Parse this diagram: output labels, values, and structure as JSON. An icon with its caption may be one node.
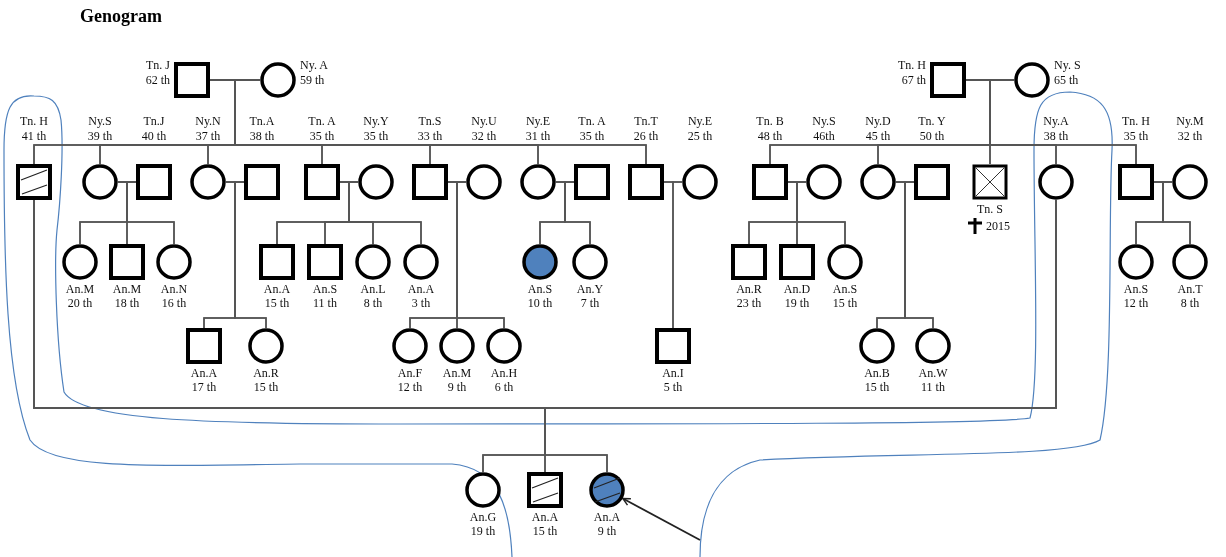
{
  "diagram": {
    "title": "Genogram",
    "nodes": [
      {
        "text": [
          "Tn. J",
          "62 th"
        ]
      },
      {
        "text": [
          "Ny. A",
          "59 th"
        ]
      },
      {
        "text": [
          "Tn. H",
          "67 th"
        ]
      },
      {
        "text": [
          "Ny. S",
          "65 th"
        ]
      },
      {
        "text": [
          "Tn. H",
          "41 th"
        ]
      },
      {
        "text": [
          "Ny.S",
          "39 th"
        ]
      },
      {
        "text": [
          "Tn.J",
          "40 th"
        ]
      },
      {
        "text": [
          "Ny.N",
          "37 th"
        ]
      },
      {
        "text": [
          "Tn.A",
          "38 th"
        ]
      },
      {
        "text": [
          "Tn. A",
          "35 th"
        ]
      },
      {
        "text": [
          "Ny.Y",
          "35 th"
        ]
      },
      {
        "text": [
          "Tn.S",
          "33 th"
        ]
      },
      {
        "text": [
          "Ny.U",
          "32 th"
        ]
      },
      {
        "text": [
          "Ny.E",
          "31 th"
        ]
      },
      {
        "text": [
          "Tn. A",
          "35 th"
        ]
      },
      {
        "text": [
          "Tn.T",
          "26 th"
        ]
      },
      {
        "text": [
          "Ny.E",
          "25 th"
        ]
      },
      {
        "text": [
          "Tn. B",
          "48 th"
        ]
      },
      {
        "text": [
          "Ny.S",
          "46th"
        ]
      },
      {
        "text": [
          "Ny.D",
          "45 th"
        ]
      },
      {
        "text": [
          "Tn. Y",
          "50 th"
        ]
      },
      {
        "text": [
          "Tn. S"
        ],
        "beside": [
          "2015"
        ]
      },
      {
        "text": [
          "Ny.A",
          "38 th"
        ]
      },
      {
        "text": [
          "Tn. H",
          "35 th"
        ]
      },
      {
        "text": [
          "Ny.M",
          "32 th"
        ]
      },
      {
        "text": [
          "An.M",
          "20 th"
        ]
      },
      {
        "text": [
          "An.M",
          "18 th"
        ]
      },
      {
        "text": [
          "An.N",
          "16 th"
        ]
      },
      {
        "text": [
          "An.A",
          "15 th"
        ]
      },
      {
        "text": [
          "An.S",
          "11 th"
        ]
      },
      {
        "text": [
          "An.L",
          "8 th"
        ]
      },
      {
        "text": [
          "An.A",
          "3 th"
        ]
      },
      {
        "text": [
          "An.S",
          "10 th"
        ]
      },
      {
        "text": [
          "An.Y",
          "7 th"
        ]
      },
      {
        "text": [
          "An.R",
          "23 th"
        ]
      },
      {
        "text": [
          "An.D",
          "19 th"
        ]
      },
      {
        "text": [
          "An.S",
          "15 th"
        ]
      },
      {
        "text": [
          "An.S",
          "12 th"
        ]
      },
      {
        "text": [
          "An.T",
          "8 th"
        ]
      },
      {
        "text": [
          "An.A",
          "17 th"
        ]
      },
      {
        "text": [
          "An.R",
          "15 th"
        ]
      },
      {
        "text": [
          "An.F",
          "12 th"
        ]
      },
      {
        "text": [
          "An.M",
          "9 th"
        ]
      },
      {
        "text": [
          "An.H",
          "6 th"
        ]
      },
      {
        "text": [
          "An.I",
          "5 th"
        ]
      },
      {
        "text": [
          "An.B",
          "15 th"
        ]
      },
      {
        "text": [
          "An.W",
          "11 th"
        ]
      },
      {
        "text": [
          "An.G",
          "19 th"
        ]
      },
      {
        "text": [
          "An.A",
          "15 th"
        ]
      },
      {
        "text": [
          "An.A",
          "9 th"
        ]
      }
    ],
    "edges": [
      {
        "from": 0,
        "to": 1,
        "arrow": "none"
      },
      {
        "from": 0,
        "to": 4,
        "arrow": "none"
      },
      {
        "from": 1,
        "to": 4,
        "arrow": "none"
      },
      {
        "from": 0,
        "to": 5,
        "arrow": "none"
      },
      {
        "from": 1,
        "to": 5,
        "arrow": "none"
      },
      {
        "from": 0,
        "to": 7,
        "arrow": "none"
      },
      {
        "from": 1,
        "to": 7,
        "arrow": "none"
      },
      {
        "from": 0,
        "to": 9,
        "arrow": "none"
      },
      {
        "from": 1,
        "to": 9,
        "arrow": "none"
      },
      {
        "from": 0,
        "to": 11,
        "arrow": "none"
      },
      {
        "from": 1,
        "to": 11,
        "arrow": "none"
      },
      {
        "from": 0,
        "to": 13,
        "arrow": "none"
      },
      {
        "from": 1,
        "to": 13,
        "arrow": "none"
      },
      {
        "from": 0,
        "to": 15,
        "arrow": "none"
      },
      {
        "from": 1,
        "to": 15,
        "arrow": "none"
      },
      {
        "from": 2,
        "to": 3,
        "arrow": "none"
      },
      {
        "from": 2,
        "to": 17,
        "arrow": "none"
      },
      {
        "from": 3,
        "to": 17,
        "arrow": "none"
      },
      {
        "from": 2,
        "to": 19,
        "arrow": "none"
      },
      {
        "from": 3,
        "to": 19,
        "arrow": "none"
      },
      {
        "from": 2,
        "to": 21,
        "arrow": "none"
      },
      {
        "from": 3,
        "to": 21,
        "arrow": "none"
      },
      {
        "from": 2,
        "to": 22,
        "arrow": "none"
      },
      {
        "from": 3,
        "to": 22,
        "arrow": "none"
      },
      {
        "from": 2,
        "to": 23,
        "arrow": "none"
      },
      {
        "from": 3,
        "to": 23,
        "arrow": "none"
      },
      {
        "from": 5,
        "to": 6,
        "arrow": "none"
      },
      {
        "from": 5,
        "to": 25,
        "arrow": "none"
      },
      {
        "from": 6,
        "to": 25,
        "arrow": "none"
      },
      {
        "from": 5,
        "to": 26,
        "arrow": "none"
      },
      {
        "from": 6,
        "to": 26,
        "arrow": "none"
      },
      {
        "from": 5,
        "to": 27,
        "arrow": "none"
      },
      {
        "from": 6,
        "to": 27,
        "arrow": "none"
      },
      {
        "from": 7,
        "to": 8,
        "arrow": "none"
      },
      {
        "from": 7,
        "to": 39,
        "arrow": "none"
      },
      {
        "from": 8,
        "to": 39,
        "arrow": "none"
      },
      {
        "from": 7,
        "to": 40,
        "arrow": "none"
      },
      {
        "from": 8,
        "to": 40,
        "arrow": "none"
      },
      {
        "from": 9,
        "to": 10,
        "arrow": "none"
      },
      {
        "from": 9,
        "to": 28,
        "arrow": "none"
      },
      {
        "from": 10,
        "to": 28,
        "arrow": "none"
      },
      {
        "from": 9,
        "to": 29,
        "arrow": "none"
      },
      {
        "from": 10,
        "to": 29,
        "arrow": "none"
      },
      {
        "from": 9,
        "to": 30,
        "arrow": "none"
      },
      {
        "from": 10,
        "to": 30,
        "arrow": "none"
      },
      {
        "from": 9,
        "to": 31,
        "arrow": "none"
      },
      {
        "from": 10,
        "to": 31,
        "arrow": "none"
      },
      {
        "from": 11,
        "to": 12,
        "arrow": "none"
      },
      {
        "from": 11,
        "to": 41,
        "arrow": "none"
      },
      {
        "from": 12,
        "to": 41,
        "arrow": "none"
      },
      {
        "from": 11,
        "to": 42,
        "arrow": "none"
      },
      {
        "from": 12,
        "to": 42,
        "arrow": "none"
      },
      {
        "from": 11,
        "to": 43,
        "arrow": "none"
      },
      {
        "from": 12,
        "to": 43,
        "arrow": "none"
      },
      {
        "from": 13,
        "to": 14,
        "arrow": "none"
      },
      {
        "from": 13,
        "to": 32,
        "arrow": "none"
      },
      {
        "from": 14,
        "to": 32,
        "arrow": "none"
      },
      {
        "from": 13,
        "to": 33,
        "arrow": "none"
      },
      {
        "from": 14,
        "to": 33,
        "arrow": "none"
      },
      {
        "from": 15,
        "to": 16,
        "arrow": "none"
      },
      {
        "from": 15,
        "to": 44,
        "arrow": "none"
      },
      {
        "from": 16,
        "to": 44,
        "arrow": "none"
      },
      {
        "from": 17,
        "to": 18,
        "arrow": "none"
      },
      {
        "from": 17,
        "to": 34,
        "arrow": "none"
      },
      {
        "from": 18,
        "to": 34,
        "arrow": "none"
      },
      {
        "from": 17,
        "to": 35,
        "arrow": "none"
      },
      {
        "from": 18,
        "to": 35,
        "arrow": "none"
      },
      {
        "from": 17,
        "to": 36,
        "arrow": "none"
      },
      {
        "from": 18,
        "to": 36,
        "arrow": "none"
      },
      {
        "from": 19,
        "to": 20,
        "arrow": "none"
      },
      {
        "from": 19,
        "to": 45,
        "arrow": "none"
      },
      {
        "from": 20,
        "to": 45,
        "arrow": "none"
      },
      {
        "from": 19,
        "to": 46,
        "arrow": "none"
      },
      {
        "from": 20,
        "to": 46,
        "arrow": "none"
      },
      {
        "from": 23,
        "to": 24,
        "arrow": "none"
      },
      {
        "from": 23,
        "to": 37,
        "arrow": "none"
      },
      {
        "from": 24,
        "to": 37,
        "arrow": "none"
      },
      {
        "from": 23,
        "to": 38,
        "arrow": "none"
      },
      {
        "from": 24,
        "to": 38,
        "arrow": "none"
      },
      {
        "from": 4,
        "to": 22,
        "arrow": "none"
      },
      {
        "from": 4,
        "to": 47,
        "arrow": "none"
      },
      {
        "from": 22,
        "to": 47,
        "arrow": "none"
      },
      {
        "from": 4,
        "to": 48,
        "arrow": "none"
      },
      {
        "from": 22,
        "to": 48,
        "arrow": "none"
      },
      {
        "from": 4,
        "to": 49,
        "arrow": "none"
      },
      {
        "from": 22,
        "to": 49,
        "arrow": "none"
      },
      {
        "from": null,
        "to": 49,
        "arrow": "to"
      }
    ]
  }
}
